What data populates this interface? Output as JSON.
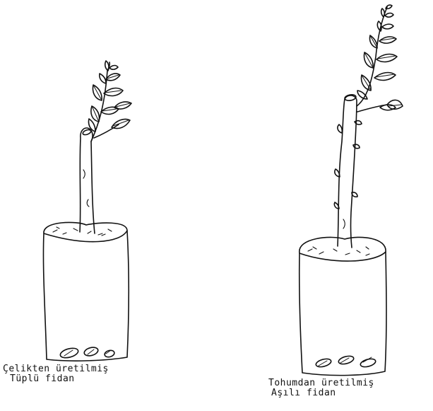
{
  "figure": {
    "left_plant": {
      "caption_line1": "Çelikten üretilmiş",
      "caption_line2": "Tüplü fidan"
    },
    "right_plant": {
      "caption_line1": "Tohumdan üretilmiş",
      "caption_line2": "Aşılı fidan"
    },
    "colors": {
      "ink": "#111111",
      "background": "#ffffff"
    }
  }
}
